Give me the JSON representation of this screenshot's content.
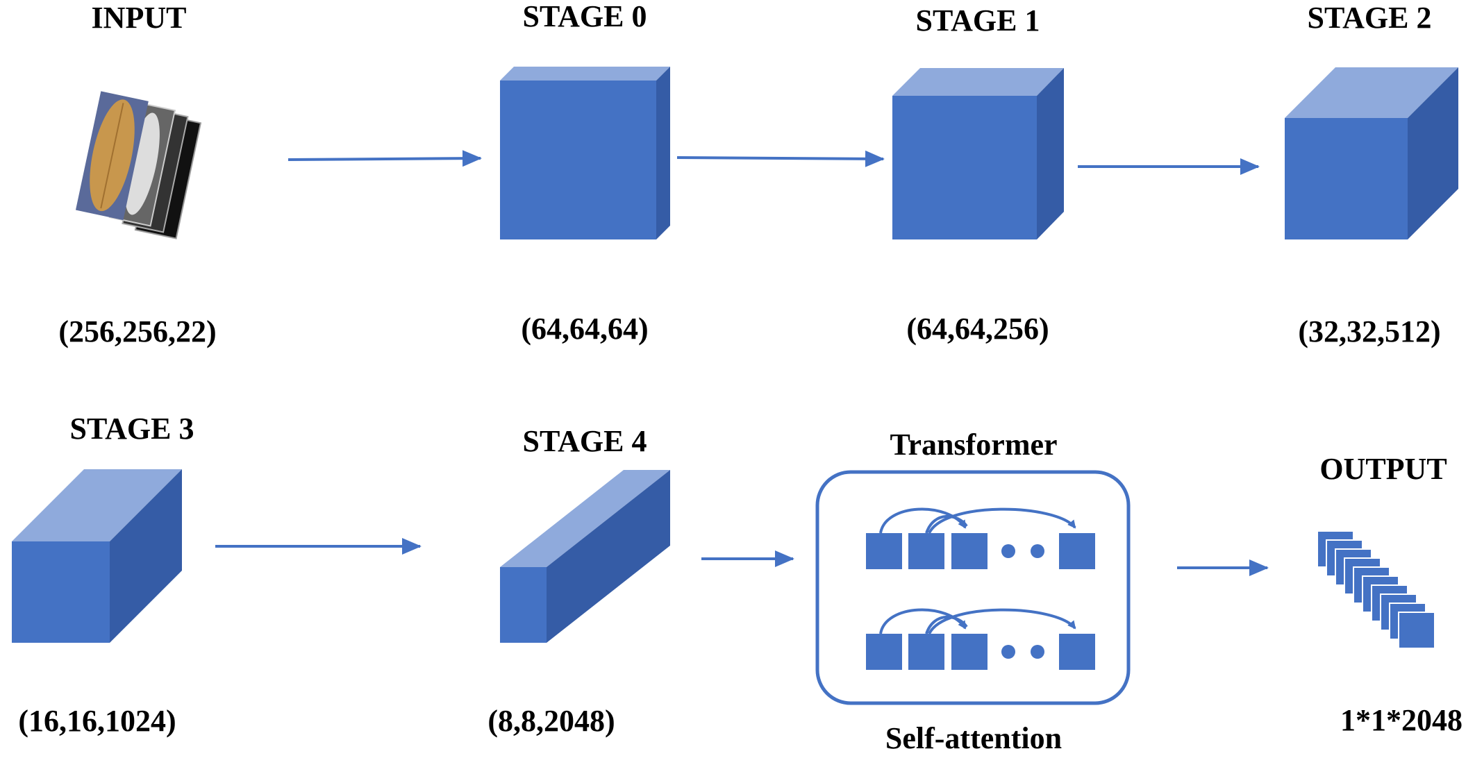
{
  "colors": {
    "face_front": "#4472C4",
    "face_top": "#8FAADC",
    "face_side": "#355CA6",
    "arrow": "#4472C4",
    "panel_border": "#4472C4",
    "text": "#000000"
  },
  "input": {
    "title": "INPUT",
    "shape": "(256,256,22)"
  },
  "stages": [
    {
      "title": "STAGE 0",
      "shape": "(64,64,64)"
    },
    {
      "title": "STAGE 1",
      "shape": "(64,64,256)"
    },
    {
      "title": "STAGE 2",
      "shape": "(32,32,512)"
    },
    {
      "title": "STAGE 3",
      "shape": "(16,16,1024)"
    },
    {
      "title": "STAGE 4",
      "shape": "(8,8,2048)"
    }
  ],
  "transformer": {
    "title": "Transformer",
    "caption": "Self-attention"
  },
  "output": {
    "title": "OUTPUT",
    "shape": "1*1*2048"
  }
}
